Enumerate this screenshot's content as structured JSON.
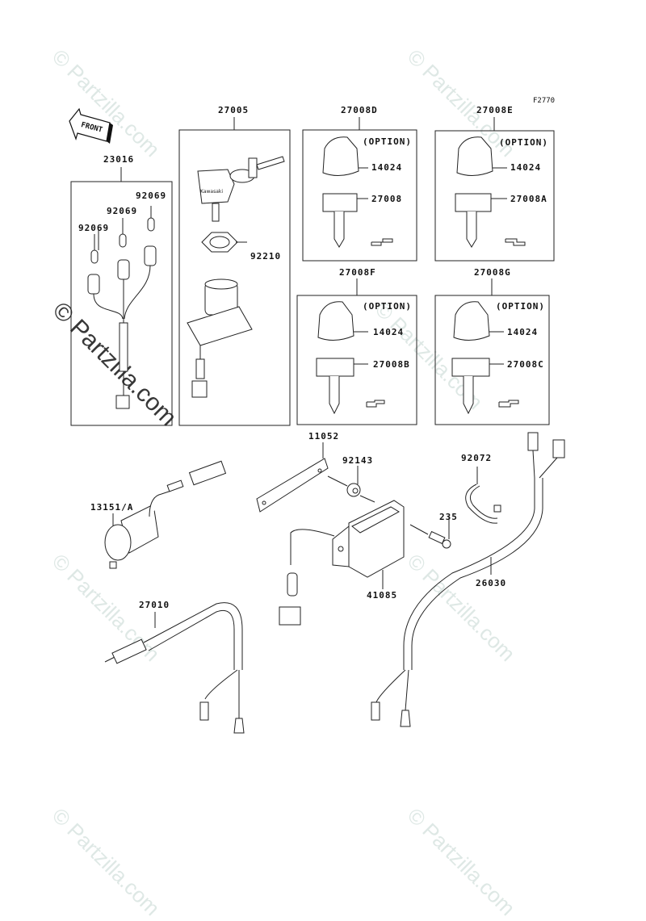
{
  "figure_code": "F2770",
  "front_label": "FRONT",
  "watermark": "© Partzilla.com",
  "groups": [
    {
      "id": "23016",
      "parts": [
        "92069",
        "92069",
        "92069"
      ]
    },
    {
      "id": "27005",
      "parts": [
        "92210"
      ]
    },
    {
      "id": "27008D",
      "note": "(OPTION)",
      "parts": [
        "14024",
        "27008"
      ]
    },
    {
      "id": "27008E",
      "note": "(OPTION)",
      "parts": [
        "14024",
        "27008A"
      ]
    },
    {
      "id": "27008F",
      "note": "(OPTION)",
      "parts": [
        "14024",
        "27008B"
      ]
    },
    {
      "id": "27008G",
      "note": "(OPTION)",
      "parts": [
        "14024",
        "27008C"
      ]
    }
  ],
  "loose_parts": [
    "13151/A",
    "11052",
    "92143",
    "235",
    "41085",
    "92072",
    "26030",
    "27010"
  ],
  "key_brand_text": "Kawasaki"
}
